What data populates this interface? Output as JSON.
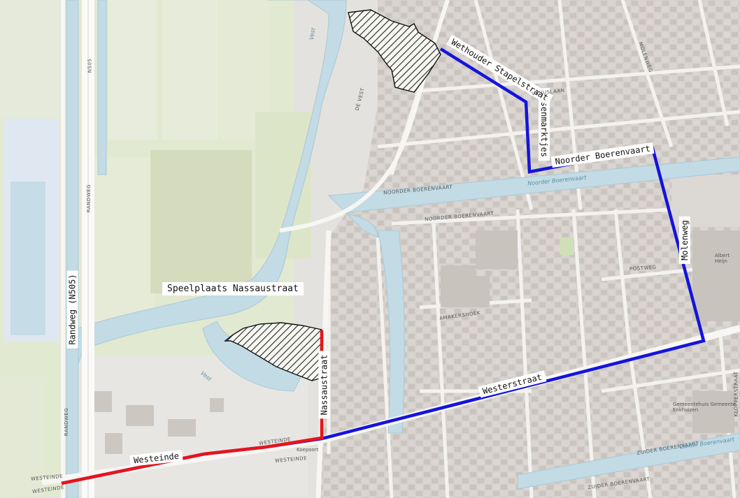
{
  "map": {
    "area_label": "Speelplaats Nassaustraat",
    "route_labels": {
      "westeinde": "Westeinde",
      "nassaustraat": "Nassaustraat",
      "westerstraat": "Westerstraat",
      "molenweg": "Molenweg",
      "noorder_boerenvaart": "Noorder Boerenvaart",
      "ossenmarktjes": "Ossenmarktjes",
      "wethouder_stapelstraat": "Wethouder Stapelstraat",
      "randweg": "Randweg (N505)"
    },
    "street_names": {
      "noorder_boerenvaart_upper": "NOORDER BOERENVAART",
      "noorder_boerenvaart_lower": "NOORDER BOERENVAART",
      "westeinde_1": "WESTEINDE",
      "westeinde_2": "WESTEINDE",
      "westeinde_3": "WESTEINDE",
      "westeinde_4": "WESTEINDE",
      "zuider_boerenvaart": "ZUIDER BOERENVAART",
      "zuider_boerenvaart_2": "ZUIDER BOERENVAART",
      "randweg_1": "RANDWEG",
      "randweg_2": "RANDWEG",
      "n505": "N505",
      "de_vest": "DE VEST",
      "venuslaan": "VENUSLAAN",
      "molenweg_small": "MOLENWEG",
      "postweg": "POSTWEG",
      "amakershoek": "AMAKERSHOEK",
      "kloppersstraat": "KLOPPERSTRAAT"
    },
    "water_names": {
      "vest_1": "Vest",
      "vest_2": "Vest",
      "noorder_boerenvaart": "Noorder Boerenvaart",
      "zuider_boerenvaart": "Zuider Boerenvaart"
    },
    "pois": {
      "albert_heijn": "Albert Heijn",
      "gemeentehuis": "Gemeentehuis Gemeente Enkhuizen",
      "koepoort": "Koepoort"
    },
    "colors": {
      "route_red": "#e8141b",
      "route_blue": "#1414dc",
      "water": "#c4dde6",
      "grass": "#e1e9d0",
      "buildings": "#d4cfcb",
      "streets": "#f3f1ee"
    }
  }
}
